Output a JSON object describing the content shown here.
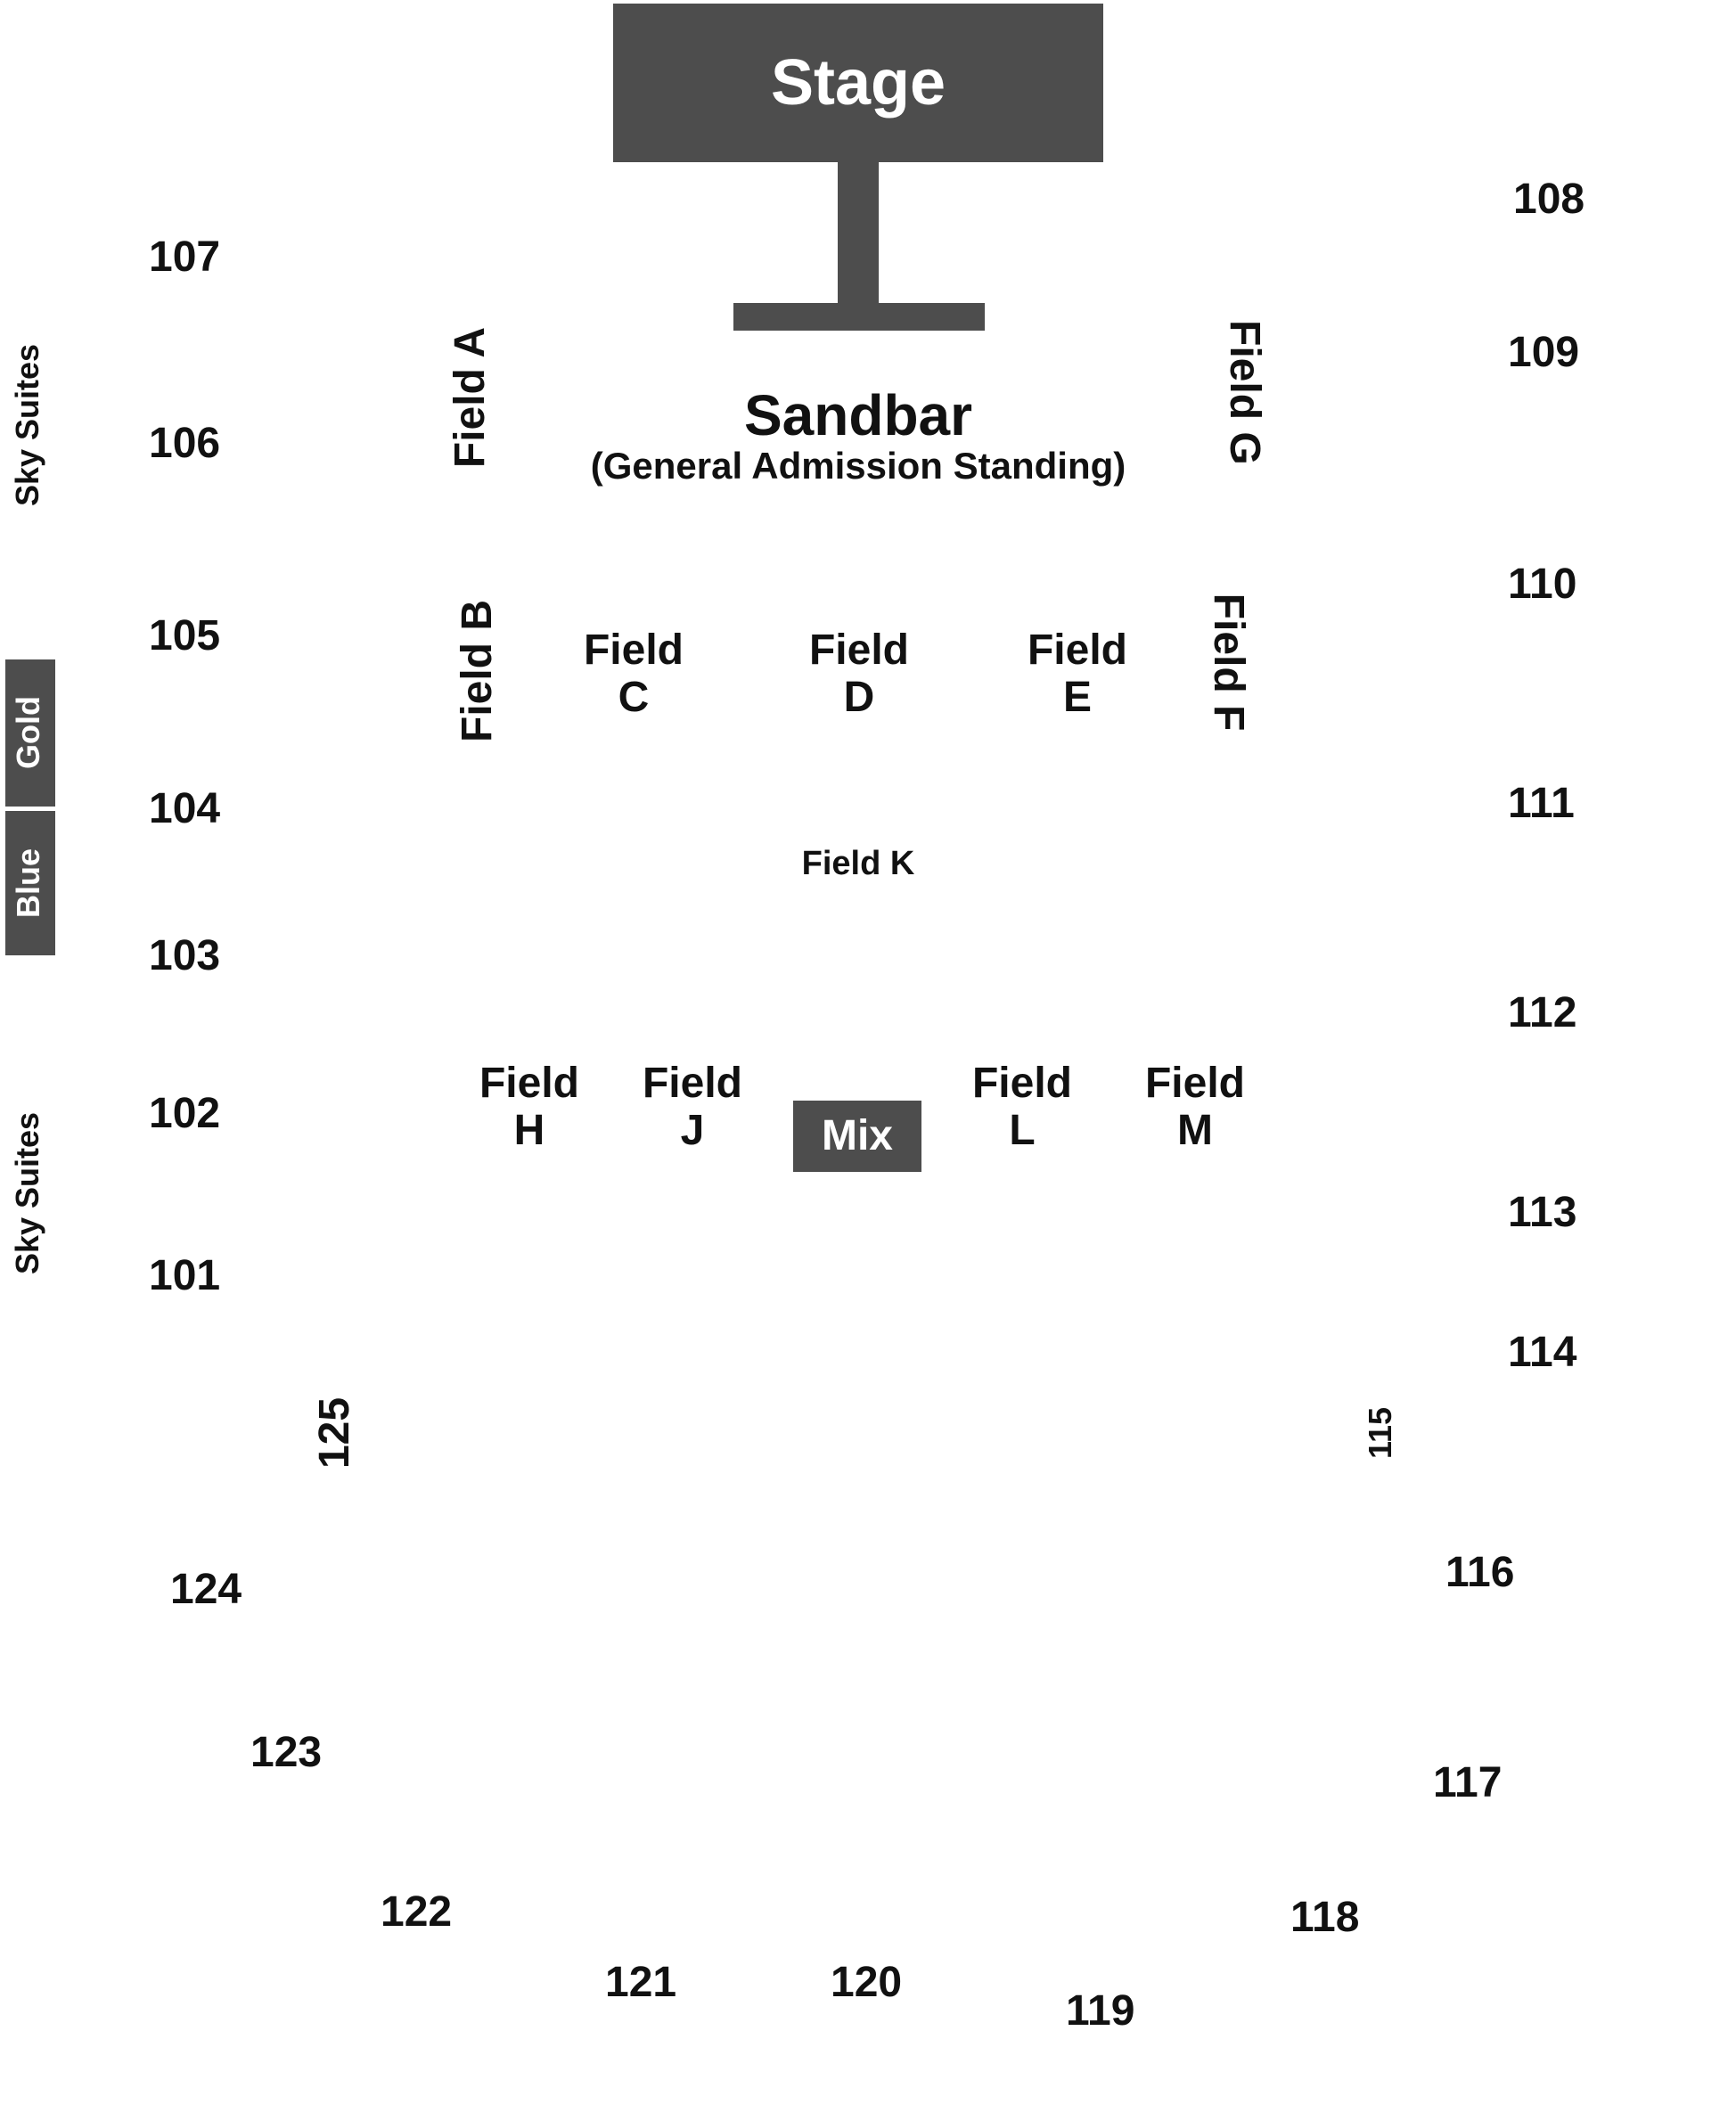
{
  "colors": {
    "block": "#4d4d4d",
    "text": "#111111",
    "block_text": "#ffffff"
  },
  "stage": {
    "label": "Stage"
  },
  "sandbar": {
    "title": "Sandbar",
    "subtitle": "(General Admission Standing)"
  },
  "mix": {
    "label": "Mix"
  },
  "suites": {
    "sky_upper": "Sky Suites",
    "sky_lower": "Sky Suites",
    "gold": "Gold",
    "blue": "Blue"
  },
  "fields": {
    "a": "Field A",
    "b": "Field B",
    "c": "Field\nC",
    "d": "Field\nD",
    "e": "Field\nE",
    "f": "Field F",
    "g": "Field G",
    "h": "Field\nH",
    "j": "Field\nJ",
    "k": "Field K",
    "l": "Field\nL",
    "m": "Field\nM"
  },
  "sections": {
    "s101": "101",
    "s102": "102",
    "s103": "103",
    "s104": "104",
    "s105": "105",
    "s106": "106",
    "s107": "107",
    "s108": "108",
    "s109": "109",
    "s110": "110",
    "s111": "111",
    "s112": "112",
    "s113": "113",
    "s114": "114",
    "s115": "115",
    "s116": "116",
    "s117": "117",
    "s118": "118",
    "s119": "119",
    "s120": "120",
    "s121": "121",
    "s122": "122",
    "s123": "123",
    "s124": "124",
    "s125": "125"
  }
}
